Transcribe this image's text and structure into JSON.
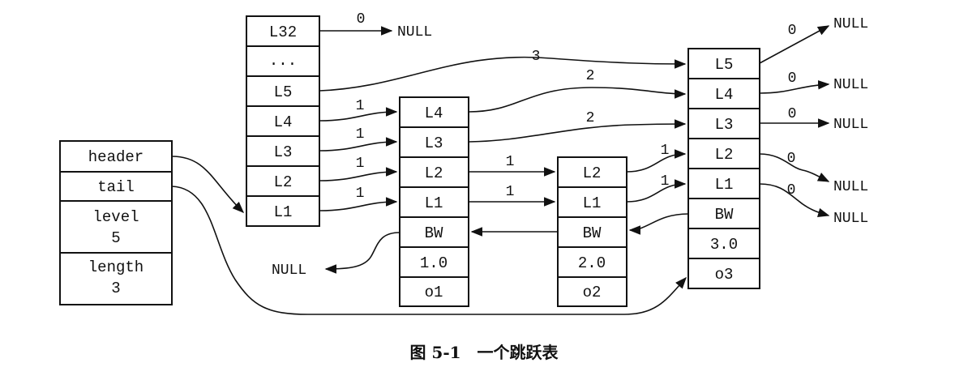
{
  "header_node": {
    "rows": [
      "header",
      "tail",
      "level",
      "5",
      "length",
      "3"
    ]
  },
  "nodes": [
    {
      "name": "header-levels",
      "cells": [
        "L32",
        "...",
        "L5",
        "L4",
        "L3",
        "L2",
        "L1"
      ]
    },
    {
      "name": "o1",
      "cells": [
        "L4",
        "L3",
        "L2",
        "L1",
        "BW",
        "1.0",
        "o1"
      ]
    },
    {
      "name": "o2",
      "cells": [
        "L2",
        "L1",
        "BW",
        "2.0",
        "o2"
      ]
    },
    {
      "name": "o3",
      "cells": [
        "L5",
        "L4",
        "L3",
        "L2",
        "L1",
        "BW",
        "3.0",
        "o3"
      ]
    }
  ],
  "null_label": "NULL",
  "spans": {
    "L32": "0",
    "head_L5": "3",
    "head_L4": "1",
    "head_L3": "1",
    "head_L2": "1",
    "head_L1": "1",
    "o1_L4": "2",
    "o1_L3": "2",
    "o1_L2": "1",
    "o1_L1": "1",
    "o2_L2": "1",
    "o2_L1": "1",
    "o3_L5": "0",
    "o3_L4": "0",
    "o3_L3": "0",
    "o3_L2": "0",
    "o3_L1": "0"
  },
  "caption": "图 5-1　一个跳跃表"
}
